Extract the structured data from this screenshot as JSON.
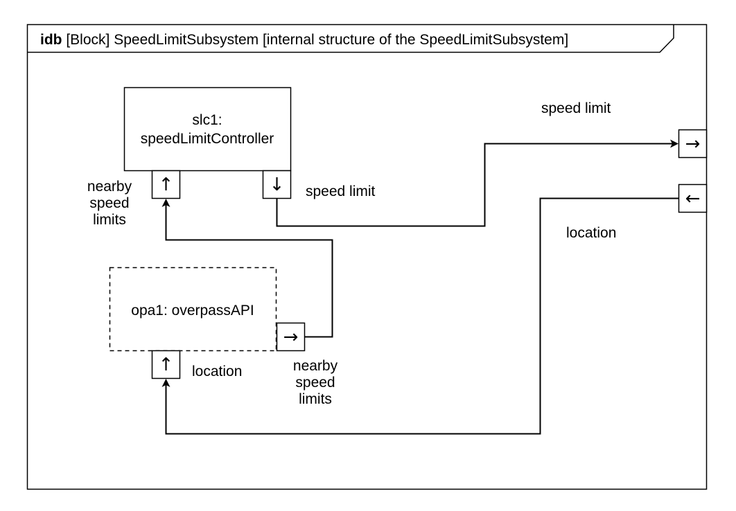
{
  "frame": {
    "keyword": "idb",
    "title": "[Block] SpeedLimitSubsystem [internal structure of the SpeedLimitSubsystem]"
  },
  "blocks": {
    "slc1": {
      "line1": "slc1:",
      "line2": "speedLimitController"
    },
    "opa1": {
      "label": "opa1: overpassAPI"
    }
  },
  "port_labels": {
    "slc1_in": [
      "nearby",
      "speed",
      "limits"
    ],
    "slc1_out": "speed limit",
    "opa1_out": [
      "nearby",
      "speed",
      "limits"
    ],
    "opa1_in": "location",
    "boundary_out": "speed limit",
    "boundary_in": "location"
  },
  "port_glyphs": {
    "up": "↑",
    "down": "↓",
    "right": "→",
    "left": "←"
  }
}
